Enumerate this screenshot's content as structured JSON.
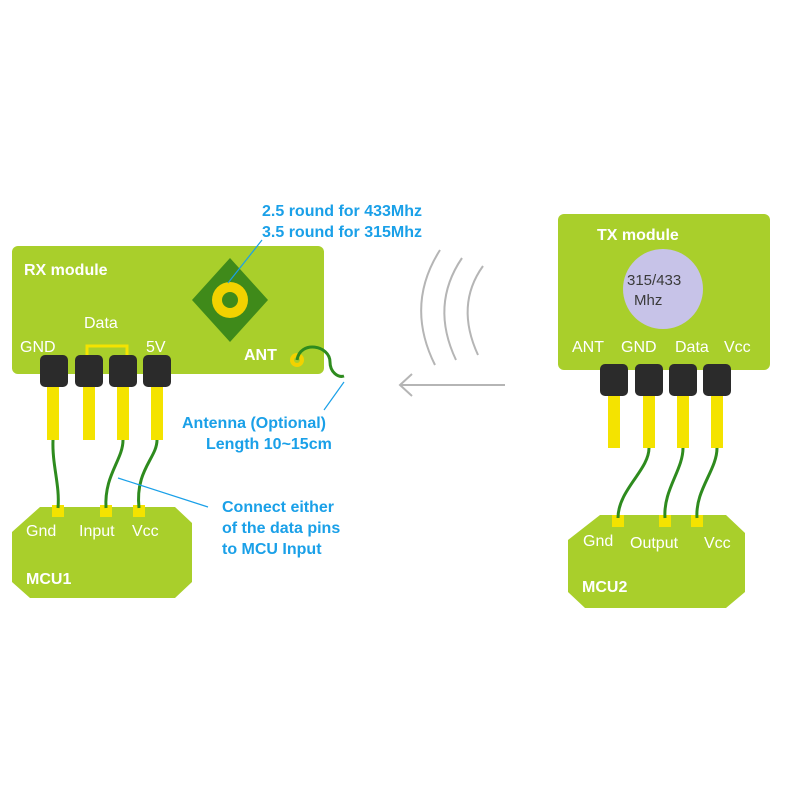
{
  "colors": {
    "board": "#a9cf2b",
    "header": "#2b2b2b",
    "pin": "#f4e300",
    "wire": "#2e8b1e",
    "note": "#1aa0e8",
    "chip": "#c7c3e8",
    "coil_diamond": "#3f8a1a",
    "coil_ring": "#f2d200",
    "arrow": "#b5b5b5"
  },
  "rx": {
    "title": "RX module",
    "pins": [
      "GND",
      "Data",
      "5V"
    ],
    "ant": "ANT"
  },
  "tx": {
    "title": "TX module",
    "chip_line1": "315/433",
    "chip_line2": "Mhz",
    "pins": [
      "ANT",
      "GND",
      "Data",
      "Vcc"
    ]
  },
  "mcu1": {
    "name": "MCU1",
    "pins": [
      "Gnd",
      "Input",
      "Vcc"
    ]
  },
  "mcu2": {
    "name": "MCU2",
    "pins": [
      "Gnd",
      "Output",
      "Vcc"
    ]
  },
  "notes": {
    "coil_line1": "2.5 round for 433Mhz",
    "coil_line2": "3.5 round for 315Mhz",
    "antenna_line1": "Antenna (Optional)",
    "antenna_line2": "Length 10~15cm",
    "connect_line1": "Connect either",
    "connect_line2": "of the data pins",
    "connect_line3": "to MCU Input"
  }
}
